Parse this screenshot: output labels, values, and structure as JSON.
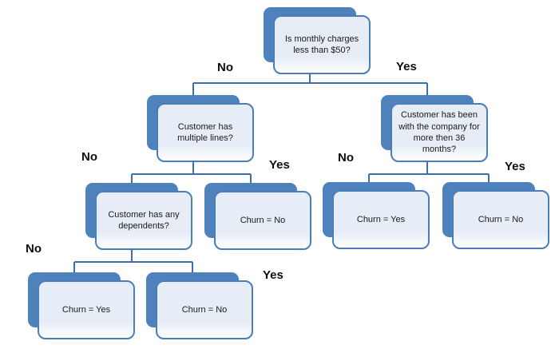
{
  "figure": {
    "type": "decision-tree",
    "topic": "Customer churn decision tree"
  },
  "colors": {
    "node_shadow": "#4f81bd",
    "node_border": "#4a7ebb",
    "node_fill_top": "#e7edf6",
    "node_fill_bottom": "#fdfeff",
    "connector": "#3f6fa8",
    "node_text": "#1a1a1a",
    "label_text": "#0d0d0d"
  },
  "nodes": [
    {
      "id": "root",
      "text": "Is monthly charges less than $50?"
    },
    {
      "id": "multiple-lines",
      "text": "Customer has multiple lines?"
    },
    {
      "id": "tenure-36-months",
      "text": "Customer has been with the company for more then 36 months?"
    },
    {
      "id": "dependents",
      "text": "Customer has any dependents?"
    },
    {
      "id": "lines-yes-leaf",
      "text": "Churn = No"
    },
    {
      "id": "tenure-no-leaf",
      "text": "Churn = Yes"
    },
    {
      "id": "tenure-yes-leaf",
      "text": "Churn = No"
    },
    {
      "id": "dependents-no-leaf",
      "text": "Churn = Yes"
    },
    {
      "id": "dependents-yes-leaf",
      "text": "Churn = No"
    }
  ],
  "edges": [
    {
      "from": "root",
      "to": "multiple-lines",
      "label": "No"
    },
    {
      "from": "root",
      "to": "tenure-36-months",
      "label": "Yes"
    },
    {
      "from": "multiple-lines",
      "to": "dependents",
      "label": "No"
    },
    {
      "from": "multiple-lines",
      "to": "lines-yes-leaf",
      "label": "Yes"
    },
    {
      "from": "tenure-36-months",
      "to": "tenure-no-leaf",
      "label": "No"
    },
    {
      "from": "tenure-36-months",
      "to": "tenure-yes-leaf",
      "label": "Yes"
    },
    {
      "from": "dependents",
      "to": "dependents-no-leaf",
      "label": "No"
    },
    {
      "from": "dependents",
      "to": "dependents-yes-leaf",
      "label": "Yes"
    }
  ]
}
